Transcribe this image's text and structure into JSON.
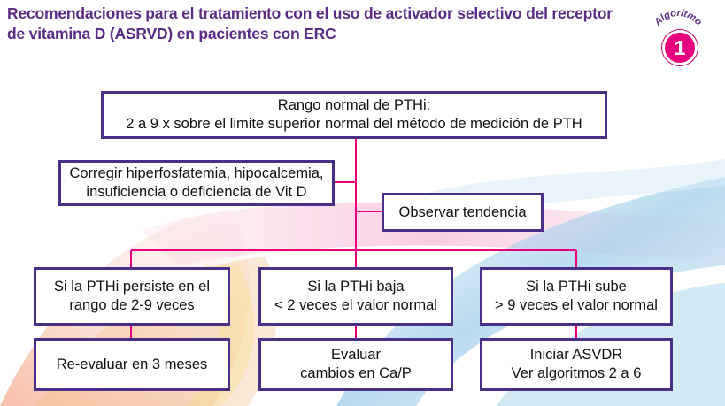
{
  "header": {
    "title_line1": "Recomendaciones para el tratamiento con el uso de activador selectivo del receptor",
    "title_line2": "de vitamina D (ASRVD) en pacientes con ERC"
  },
  "badge": {
    "label": "Algoritmo",
    "number": "1"
  },
  "colors": {
    "box_border": "#4a2f86",
    "connector": "#e6007e",
    "title": "#5b2c86",
    "badge": "#e6007e"
  },
  "diagram": {
    "top": {
      "line1": "Rango normal de PTHi:",
      "line2": "2 a 9 x sobre el limite superior normal del método de medición de PTH"
    },
    "correct": {
      "line1": "Corregir hiperfosfatemia, hipocalcemia,",
      "line2": "insuficiencia o deficiencia de Vit D"
    },
    "observe": {
      "label": "Observar tendencia"
    },
    "branch_left": {
      "line1": "Si la PTHi persiste en el",
      "line2": "rango de 2-9 veces"
    },
    "branch_middle": {
      "line1": "Si la PTHi baja",
      "line2": "< 2 veces el valor normal"
    },
    "branch_right": {
      "line1": "Si la PTHi sube",
      "line2": "> 9 veces el valor normal"
    },
    "action_left": {
      "line1": "Re-evaluar en 3 meses"
    },
    "action_middle": {
      "line1": "Evaluar",
      "line2": "cambios en Ca/P"
    },
    "action_right": {
      "line1": "Iniciar ASVDR",
      "line2": "Ver algoritmos 2 a 6"
    }
  }
}
